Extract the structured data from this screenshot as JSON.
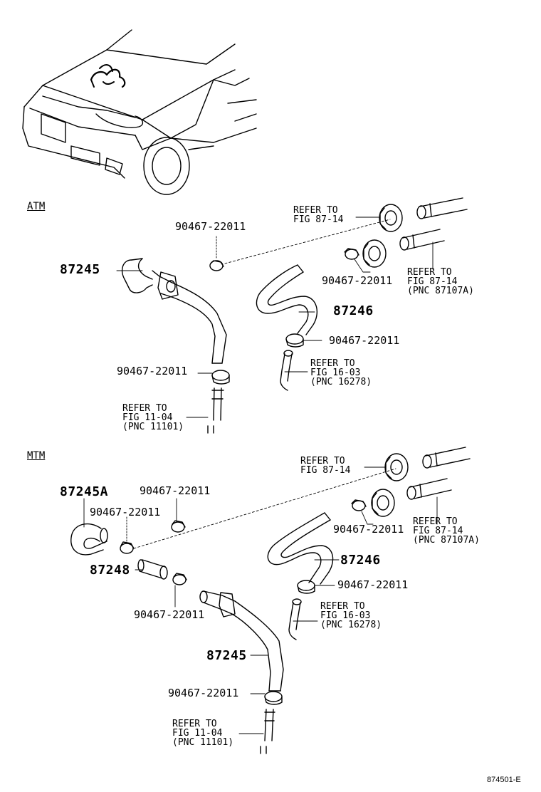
{
  "sections": {
    "atm": "ATM",
    "mtm": "MTM"
  },
  "atm": {
    "hose_left": "87245",
    "hose_right": "87246",
    "clamp_top": "90467-22011",
    "clamp_mid_right": "90467-22011",
    "clamp_lower_right": "90467-22011",
    "clamp_bottom_left": "90467-22011",
    "ref_top": "REFER TO\nFIG 87-14",
    "ref_right": "REFER TO\nFIG 87-14\n(PNC 87107A)",
    "ref_mid": "REFER TO\nFIG 16-03\n(PNC 16278)",
    "ref_bottom": "REFER TO\nFIG 11-04\n(PNC 11101)"
  },
  "mtm": {
    "hose_a": "87245A",
    "hose_pipe": "87248",
    "hose_main": "87245",
    "hose_right": "87246",
    "clamp_top": "90467-22011",
    "clamp_left": "90467-22011",
    "clamp_mid_right": "90467-22011",
    "clamp_lower_right": "90467-22011",
    "clamp_center": "90467-22011",
    "clamp_bottom": "90467-22011",
    "ref_top": "REFER TO\nFIG 87-14",
    "ref_right": "REFER TO\nFIG 87-14\n(PNC 87107A)",
    "ref_mid": "REFER TO\nFIG 16-03\n(PNC 16278)",
    "ref_bottom": "REFER TO\nFIG 11-04\n(PNC 11101)"
  },
  "figure_id": "874501-E"
}
